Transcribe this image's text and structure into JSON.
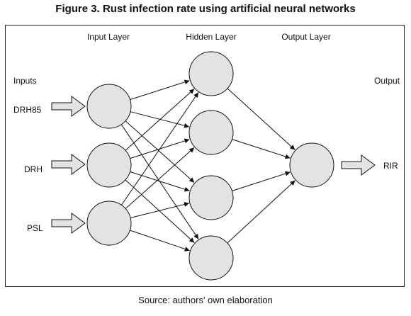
{
  "title": "Figure 3. Rust infection rate using artificial neural networks",
  "source": "Source: authors' own elaboration",
  "layers": {
    "input": "Input Layer",
    "hidden": "Hidden Layer",
    "output": "Output Layer"
  },
  "inputs_heading": "Inputs",
  "output_heading": "Output",
  "input_labels": [
    "DRH85",
    "DRH",
    "PSL"
  ],
  "output_label": "RIR",
  "colors": {
    "node_fill": "#e3e3e3",
    "stroke": "#111111",
    "arrow_fill": "#e3e3e3"
  }
}
